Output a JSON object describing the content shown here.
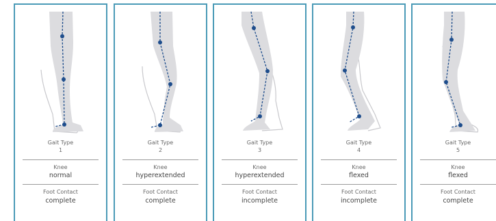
{
  "labels": {
    "gait_type": "Gait Type",
    "knee": "Knee",
    "foot_contact": "Foot Contact"
  },
  "colors": {
    "card_border": "#4a9ab7",
    "leg_fill": "#dcdcdf",
    "joint_marker": "#1e4d8c"
  },
  "cards": [
    {
      "gait_type": "1",
      "knee": "normal",
      "foot_contact": "complete"
    },
    {
      "gait_type": "2",
      "knee": "hyperextended",
      "foot_contact": "complete"
    },
    {
      "gait_type": "3",
      "knee": "hyperextended",
      "foot_contact": "incomplete"
    },
    {
      "gait_type": "4",
      "knee": "flexed",
      "foot_contact": "incomplete"
    },
    {
      "gait_type": "5",
      "knee": "flexed",
      "foot_contact": "complete"
    }
  ]
}
